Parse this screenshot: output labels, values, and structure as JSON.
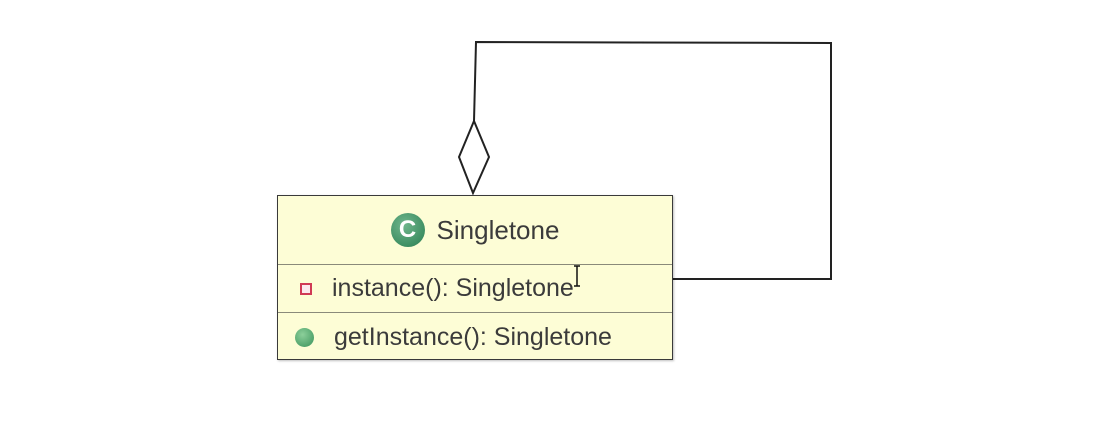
{
  "uml_class": {
    "name": "Singletone",
    "stereotype_icon": "class-c-icon",
    "icon_letter": "C",
    "attribute": {
      "visibility_icon": "private-square-icon",
      "text": "instance(): Singletone"
    },
    "operation": {
      "visibility_icon": "public-circle-icon",
      "text": "getInstance(): Singletone"
    }
  },
  "association": {
    "type": "aggregation",
    "end_symbol": "hollow-diamond",
    "self_reference": true
  },
  "colors": {
    "class_fill": "#fdfdd6",
    "class_border": "#3a3a3a",
    "line": "#222222",
    "class_icon_green": "#3e8f63",
    "private_red": "#d03a55",
    "public_green": "#4ea16a"
  }
}
